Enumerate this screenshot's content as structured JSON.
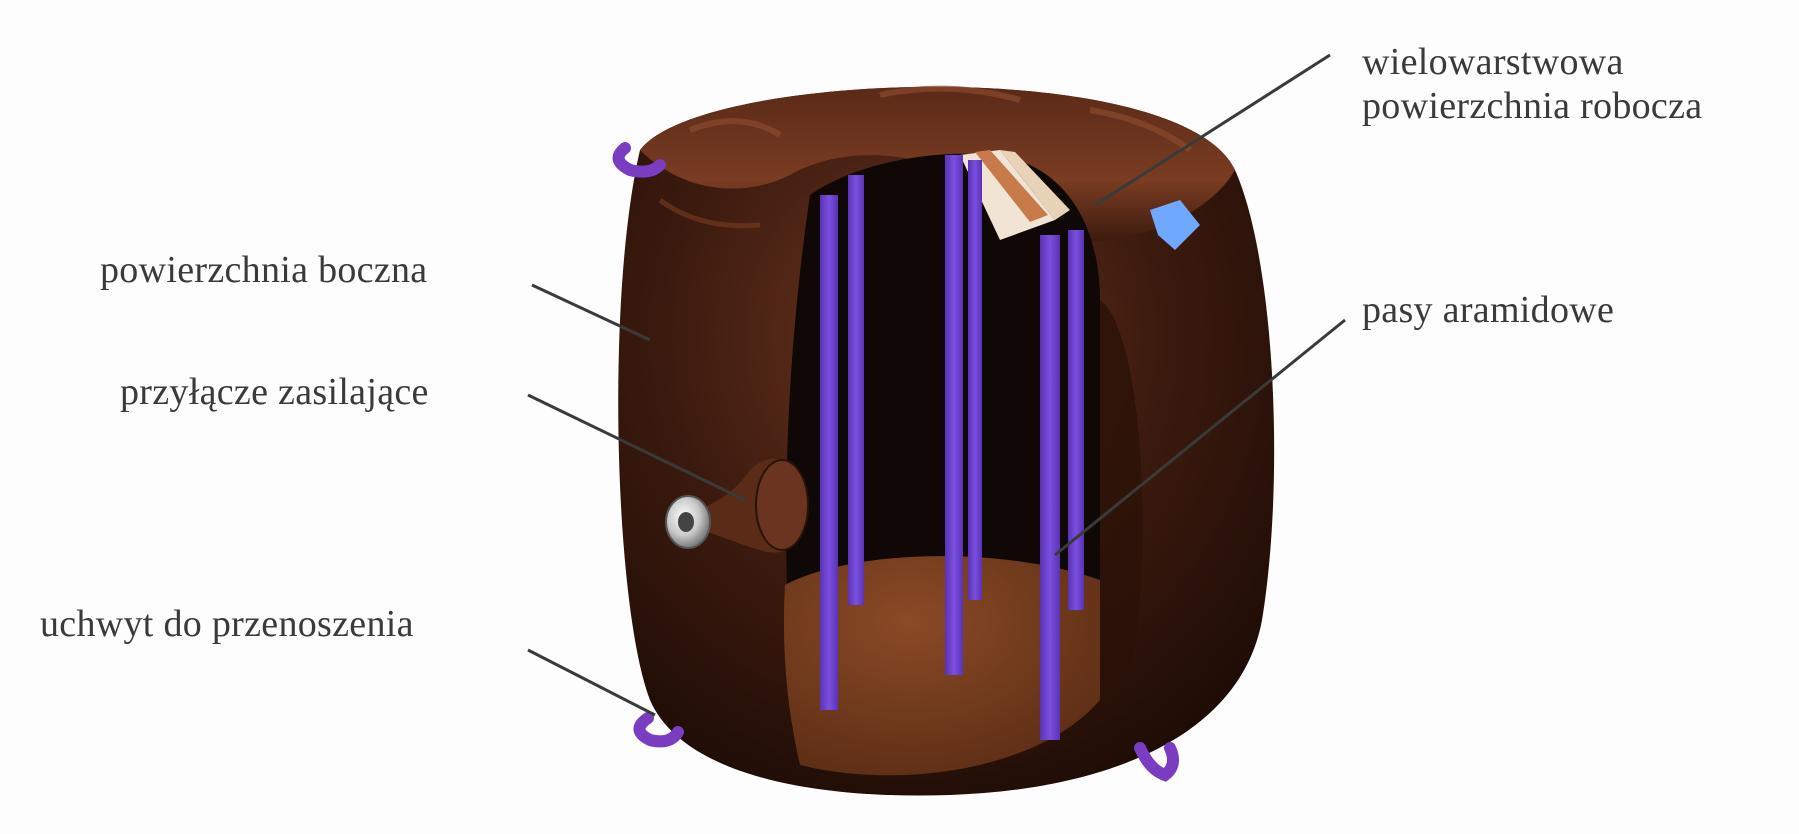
{
  "labels": {
    "side_surface": "powierzchnia boczna",
    "supply_connector": "przyłącze zasilające",
    "carry_handle": "uchwyt do przenoszenia",
    "working_surface_line1": "wielowarstwowa",
    "working_surface_line2": "powierzchnia robocza",
    "aramid_belts": "pasy aramidowe"
  },
  "colors": {
    "background": "#fdfdfd",
    "body": "#3b1a0e",
    "body_highlight": "#6b3420",
    "interior": "#100806",
    "floor": "#7a3f1f",
    "aramid_belt": "#6a3fc9",
    "handle": "#7a3cc0",
    "leader_line": "#3a3a3a",
    "label_text": "#3a3a3a"
  },
  "components": {
    "aramid_belts": 6,
    "handles": 3,
    "supply_connector_icon": "valve-fitting-icon"
  }
}
